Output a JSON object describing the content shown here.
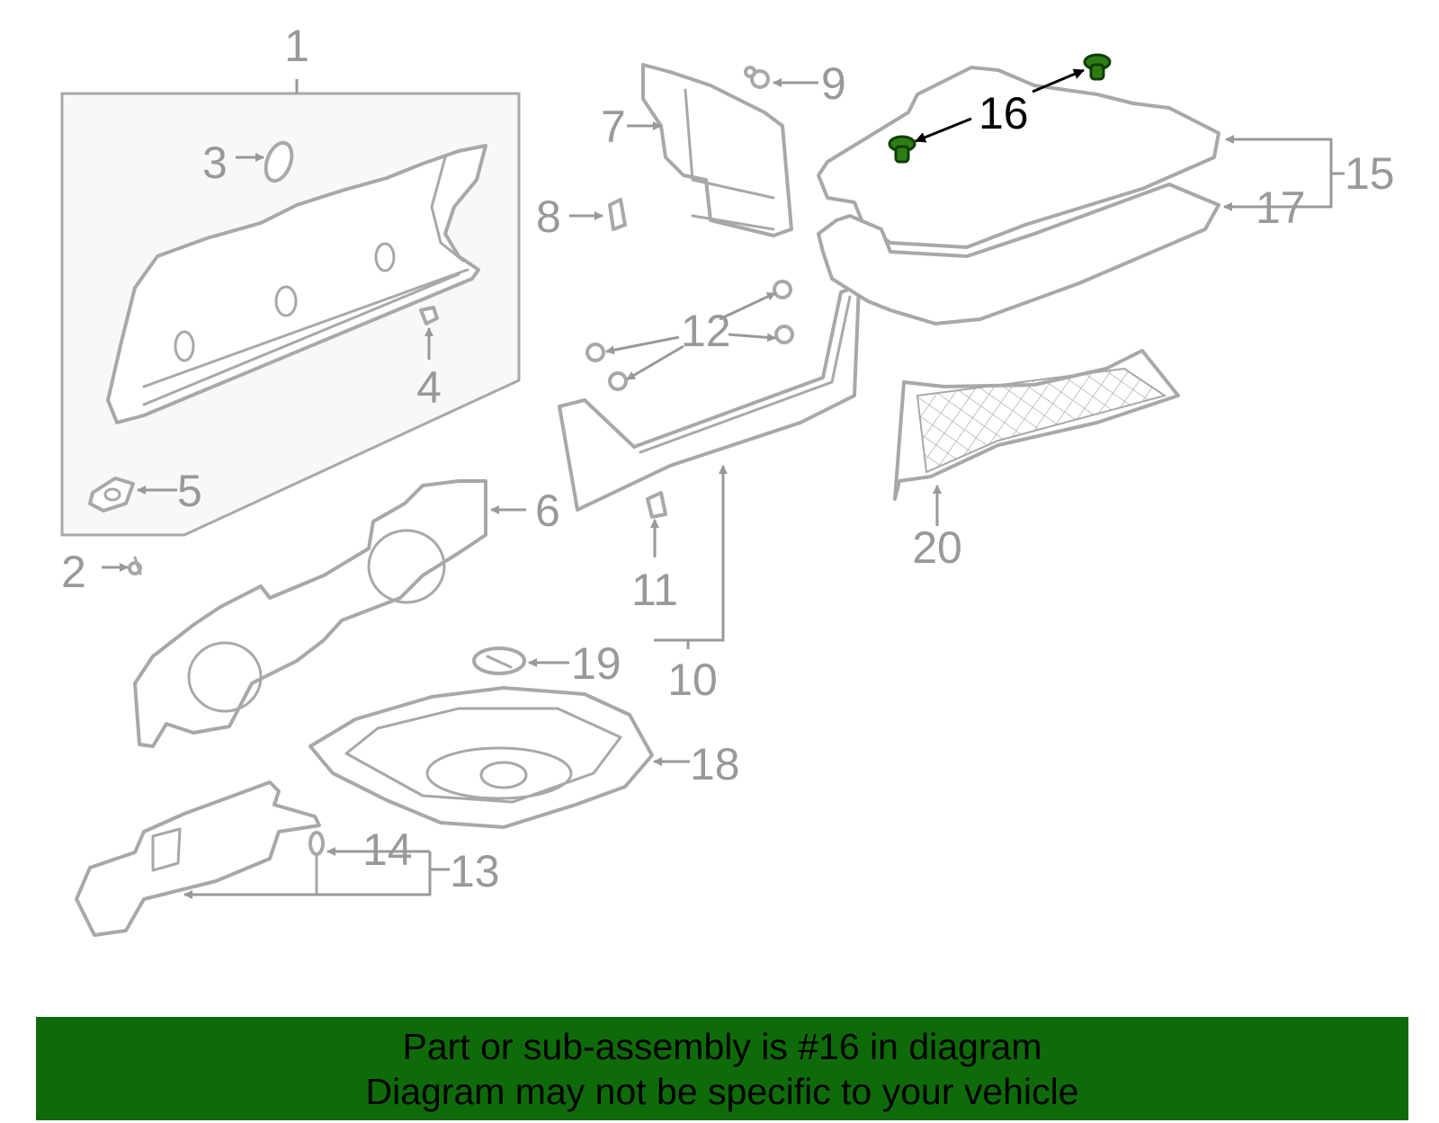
{
  "callouts": {
    "c1": "1",
    "c2": "2",
    "c3": "3",
    "c4": "4",
    "c5": "5",
    "c6": "6",
    "c7": "7",
    "c8": "8",
    "c9": "9",
    "c10": "10",
    "c11": "11",
    "c12": "12",
    "c13": "13",
    "c14": "14",
    "c15": "15",
    "c16": "16",
    "c17": "17",
    "c18": "18",
    "c19": "19",
    "c20": "20"
  },
  "highlight": {
    "part": "16",
    "color": "#2e7d14"
  },
  "banner": {
    "line1": "Part or sub-assembly is #16 in diagram",
    "line2": "Diagram may not be specific to your vehicle",
    "color": "#0f6b0a"
  }
}
